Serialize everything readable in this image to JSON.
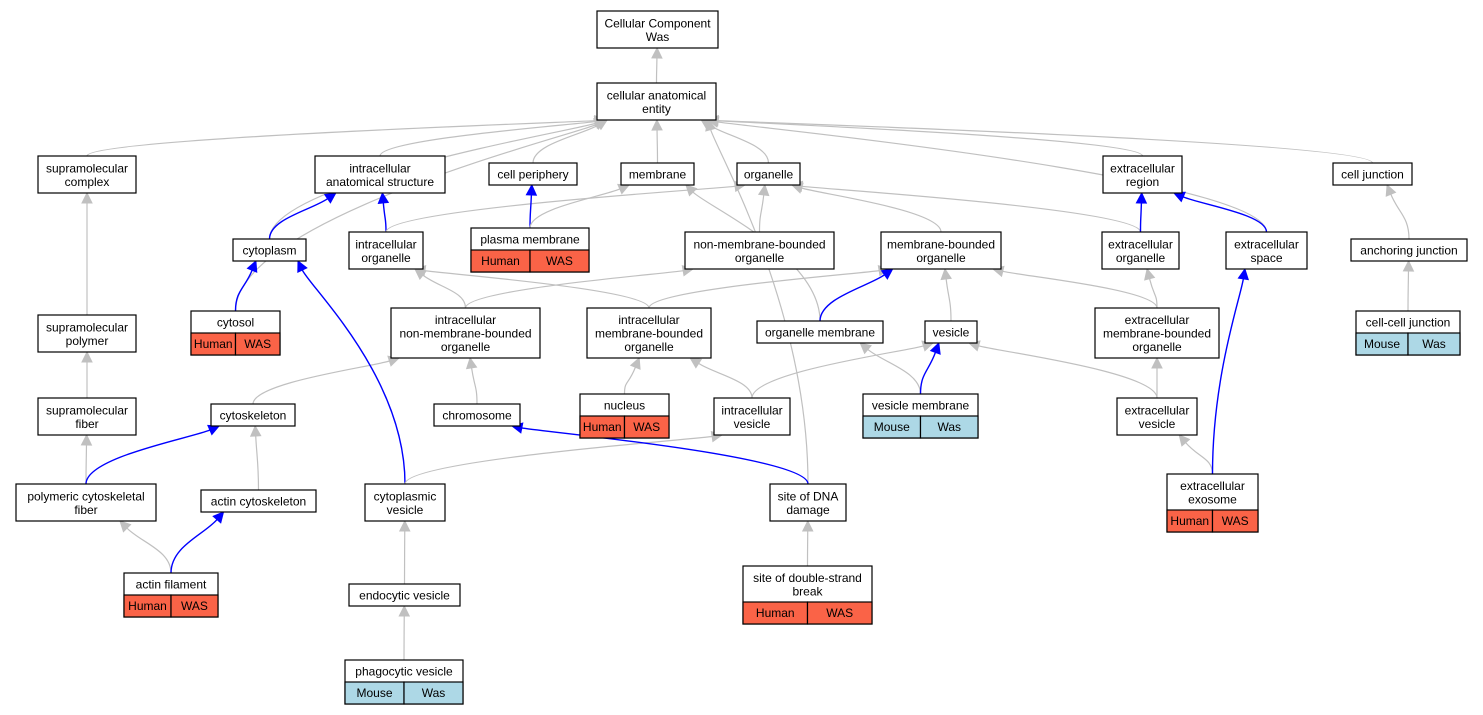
{
  "title": [
    "Cellular Component",
    "Was"
  ],
  "colors": {
    "human": "#fa6347",
    "mouse": "#add8e6",
    "is_a": "#c0c0c0",
    "part_of": "#0000ff"
  },
  "nodes": {
    "cc": [
      "Cellular Component",
      "Was"
    ],
    "cae": [
      "cellular anatomical",
      "entity"
    ],
    "supcomplex": [
      "supramolecular",
      "complex"
    ],
    "ias": [
      "intracellular",
      "anatomical structure"
    ],
    "cellperiphery": [
      "cell periphery"
    ],
    "membrane": [
      "membrane"
    ],
    "organelle": [
      "organelle"
    ],
    "extregion": [
      "extracellular",
      "region"
    ],
    "celljunction": [
      "cell junction"
    ],
    "cytoplasm": [
      "cytoplasm"
    ],
    "intorg": [
      "intracellular",
      "organelle"
    ],
    "plasmamem": [
      "plasma membrane"
    ],
    "nmbo": [
      "non-membrane-bounded",
      "organelle"
    ],
    "mbo": [
      "membrane-bounded",
      "organelle"
    ],
    "extorg": [
      "extracellular",
      "organelle"
    ],
    "extspace": [
      "extracellular",
      "space"
    ],
    "anchjunction": [
      "anchoring junction"
    ],
    "cytosol": [
      "cytosol"
    ],
    "supranpolymer": [
      "supramolecular",
      "polymer"
    ],
    "inmbo": [
      "intracellular",
      "non-membrane-bounded",
      "organelle"
    ],
    "imbo": [
      "intracellular",
      "membrane-bounded",
      "organelle"
    ],
    "orgmem": [
      "organelle membrane"
    ],
    "vesicle": [
      "vesicle"
    ],
    "embo": [
      "extracellular",
      "membrane-bounded",
      "organelle"
    ],
    "ccjunction": [
      "cell-cell junction"
    ],
    "supfiber": [
      "supramolecular",
      "fiber"
    ],
    "cytoskeleton": [
      "cytoskeleton"
    ],
    "chromosome": [
      "chromosome"
    ],
    "nucleus": [
      "nucleus"
    ],
    "intvesicle": [
      "intracellular",
      "vesicle"
    ],
    "vesmem": [
      "vesicle membrane"
    ],
    "extvesicle": [
      "extracellular",
      "vesicle"
    ],
    "polycyto": [
      "polymeric cytoskeletal",
      "fiber"
    ],
    "actincyto": [
      "actin cytoskeleton"
    ],
    "cytovesicle": [
      "cytoplasmic",
      "vesicle"
    ],
    "dnadamage": [
      "site of DNA",
      "damage"
    ],
    "exosome": [
      "extracellular",
      "exosome"
    ],
    "actinfil": [
      "actin filament"
    ],
    "endovesicle": [
      "endocytic vesicle"
    ],
    "dsb": [
      "site of double-strand",
      "break"
    ],
    "phagovesicle": [
      "phagocytic vesicle"
    ]
  },
  "annotations": {
    "plasmamem": [
      "Human",
      "WAS"
    ],
    "cytosol": [
      "Human",
      "WAS"
    ],
    "ccjunction": [
      "Mouse",
      "Was"
    ],
    "nucleus": [
      "Human",
      "WAS"
    ],
    "vesmem": [
      "Mouse",
      "Was"
    ],
    "exosome": [
      "Human",
      "WAS"
    ],
    "actinfil": [
      "Human",
      "WAS"
    ],
    "dsb": [
      "Human",
      "WAS"
    ],
    "phagovesicle": [
      "Mouse",
      "Was"
    ]
  }
}
